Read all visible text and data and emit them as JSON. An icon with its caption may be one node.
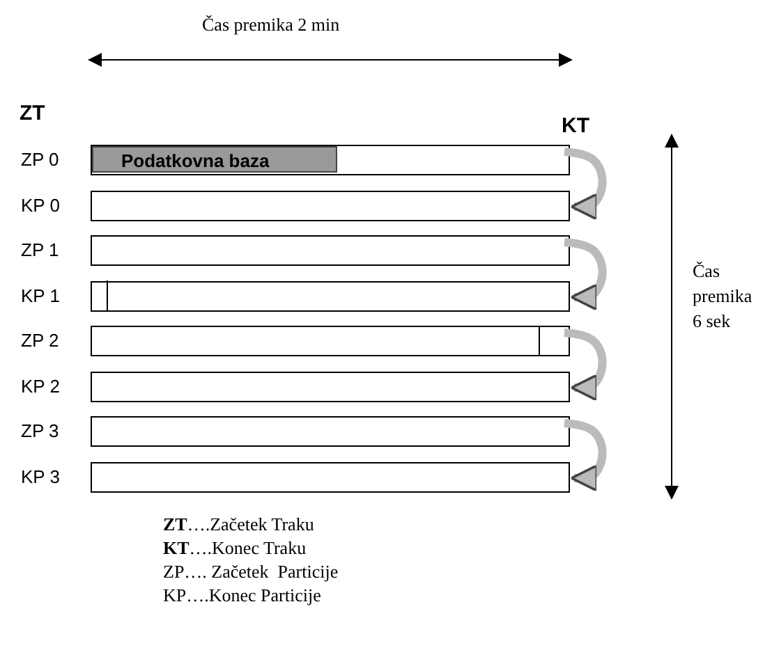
{
  "diagram": {
    "nodes": [
      {
        "text": [],
        "shape": "bar",
        "beside": [
          "ZP 0"
        ]
      },
      {
        "text": [
          "Podatkovna baza"
        ],
        "in": 0
      },
      {
        "text": [],
        "shape": "bar",
        "beside": [
          "KP 0"
        ]
      },
      {
        "text": [],
        "shape": "bar",
        "beside": [
          "ZP 1"
        ]
      },
      {
        "text": [],
        "shape": "bar",
        "beside": [
          "KP 1"
        ]
      },
      {
        "text": [],
        "shape": "bar",
        "beside": [
          "ZP 2"
        ]
      },
      {
        "text": [],
        "shape": "bar",
        "beside": [
          "KP 2"
        ]
      },
      {
        "text": [],
        "shape": "bar",
        "beside": [
          "ZP 3"
        ]
      },
      {
        "text": [],
        "shape": "bar",
        "beside": [
          "KP 3"
        ]
      }
    ],
    "edges": [
      {
        "from": 0,
        "to": 2,
        "arrow": "to"
      },
      {
        "from": 3,
        "to": 4,
        "arrow": "to"
      },
      {
        "from": 5,
        "to": 6,
        "arrow": "to"
      },
      {
        "from": 7,
        "to": 8,
        "arrow": "to"
      }
    ],
    "labels": [
      "Čas premika 2 min",
      "ZT",
      "KT",
      "Čas premika 6 sek",
      "**ZT**….Začetek Traku",
      "**KT**….Konec Traku",
      "ZP…. Začetek  Particije",
      "KP….Konec Particije"
    ]
  }
}
